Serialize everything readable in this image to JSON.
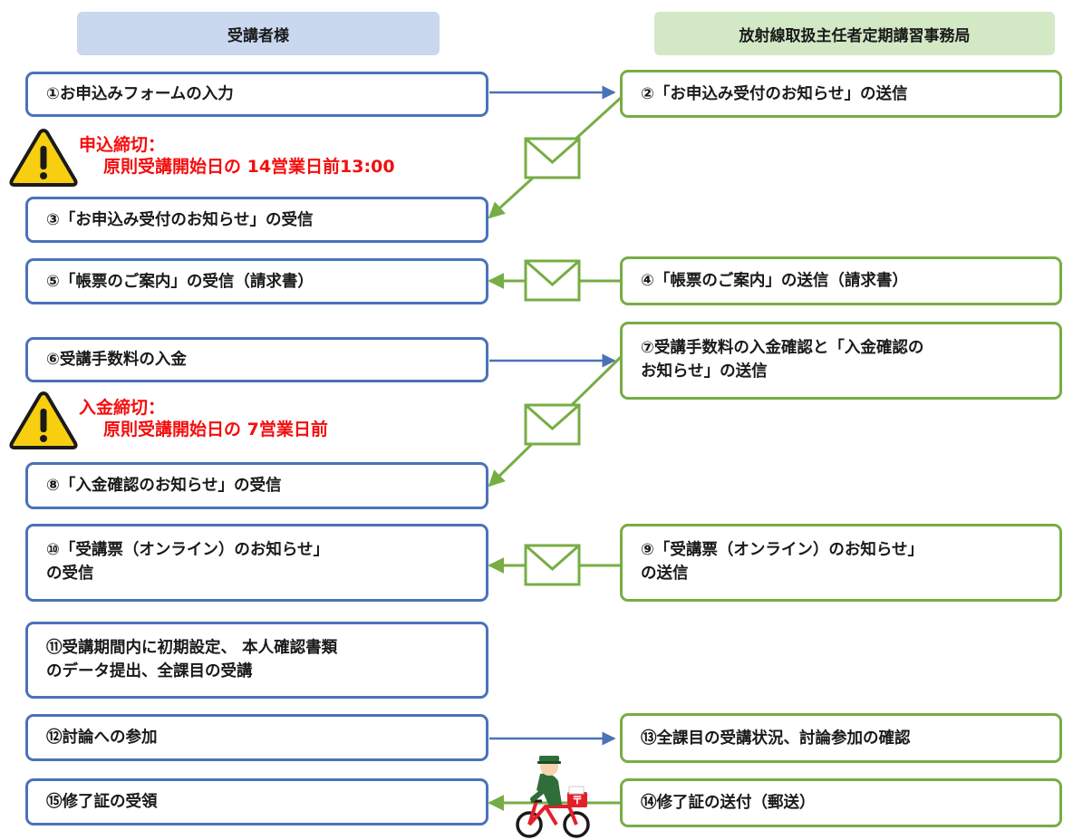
{
  "headers": {
    "left": "受講者様",
    "right": "放射線取扱主任者定期講習事務局",
    "left_color": "#c9d7ef",
    "right_color": "#d3e8c5"
  },
  "colors": {
    "left_border": "#4a72b8",
    "right_border": "#77ad44",
    "warning_text": "#f50d0d",
    "warning_icon": "#f7cf10"
  },
  "steps": {
    "s1": "①お申込みフォームの入力",
    "s2": "②「お申込み受付のお知らせ」の送信",
    "s3": "③「お申込み受付のお知らせ」の受信",
    "s4": "④「帳票のご案内」の送信（請求書）",
    "s5": "⑤「帳票のご案内」の受信（請求書）",
    "s6": "⑥受講手数料の入金",
    "s7_line1": "⑦受講手数料の入金確認と「入金確認の",
    "s7_line2": "お知らせ」の送信",
    "s8": "⑧「入金確認のお知らせ」の受信",
    "s9_line1": "⑨「受講票（オンライン）のお知らせ」",
    "s9_line2": "の送信",
    "s10_line1": "⑩「受講票（オンライン）のお知らせ」",
    "s10_line2": "の受信",
    "s11_line1": "⑪受講期間内に初期設定、 本人確認書類",
    "s11_line2": "のデータ提出、全課目の受講",
    "s12": "⑫討論への参加",
    "s13": "⑬全課目の受講状況、討論参加の確認",
    "s14": "⑭修了証の送付（郵送）",
    "s15": "⑮修了証の受領"
  },
  "warnings": {
    "w1_line1": "申込締切：",
    "w1_line2": "原則受講開始日の 14営業日前13:00",
    "w2_line1": "入金締切：",
    "w2_line2": "原則受講開始日の 7営業日前"
  },
  "icons": {
    "warning": "warning-icon",
    "mail": "envelope-icon",
    "postman": "postman-bicycle-icon"
  }
}
